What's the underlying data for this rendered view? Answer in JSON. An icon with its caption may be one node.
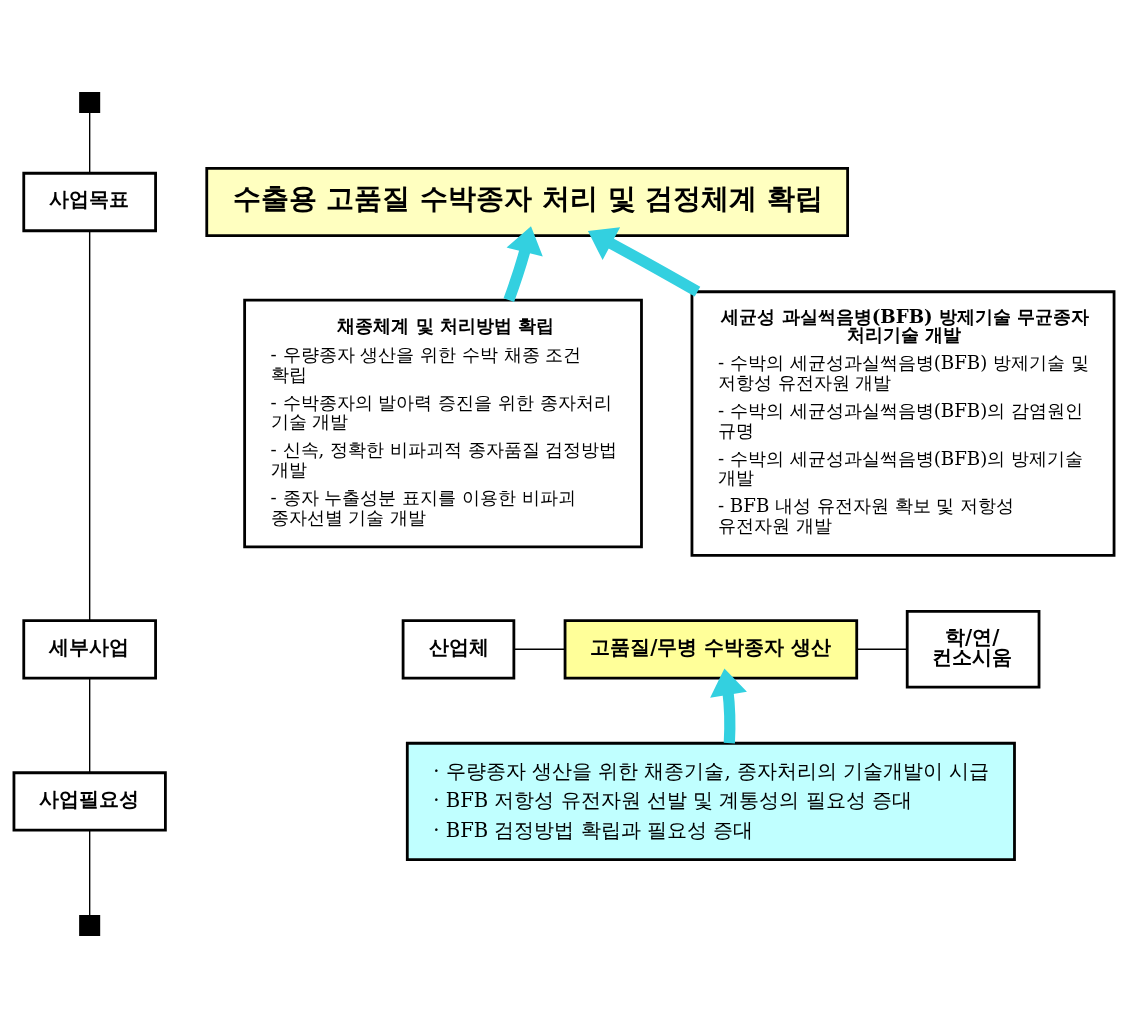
{
  "diagram": {
    "nodes": [
      {
        "text": [],
        "shape": "box"
      },
      {
        "text": [
          "사업목표"
        ]
      },
      {
        "text": [
          "수출용 고품질 수박종자 처리 및 검정체계 확립"
        ]
      },
      {
        "text": [
          "세부사업"
        ]
      },
      {
        "text": [
          "채종체계 및 처리방법 확립",
          "- 우량종자 생산을 위한 수박 채종 조건 확립",
          "- 수박종자의 발아력 증진을 위한 종자처리 기술 개발",
          "- 신속, 정확한 비파괴적 종자품질 검정방법 개발",
          "- 종자 누출성분 표지를 이용한 비파괴 종자선별 기술 개발"
        ]
      },
      {
        "text": [
          "세균성 과실썩음병(BFB) 방제기술 무균종자 처리기술 개발",
          "- 수박의 세균성과실썩음병(BFB) 방제기술 및 저항성 유전자원 개발",
          "- 수박의 세균성과실썩음병(BFB)의 감염원인 규명",
          "- 수박의 세균성과실썩음병(BFB)의 방제기술 개발",
          "- BFB 내성 유전자원 확보 및 저항성 유전자원 개발"
        ]
      },
      {
        "text": [
          "산업체"
        ]
      },
      {
        "text": [
          "고품질/무병 수박종자 생산"
        ]
      },
      {
        "text": [
          "학/연/ 컨소시움"
        ]
      },
      {
        "text": [
          "사업필요성"
        ]
      },
      {
        "text": [
          "· 우량종자 생산을 위한 채종기술, 종자처리의 기술개발이 시급",
          "· BFB 저항성 유전자원 선발 및 계통성의 필요성 증대",
          "· BFB 검정방법 확립과 필요성 증대"
        ]
      },
      {
        "text": [],
        "shape": "box"
      }
    ],
    "edges": [
      {
        "from": 0,
        "to": 1,
        "arrow": "none"
      },
      {
        "from": 1,
        "to": 3,
        "arrow": "none"
      },
      {
        "from": 3,
        "to": 9,
        "arrow": "none"
      },
      {
        "from": 9,
        "to": 11,
        "arrow": "none"
      },
      {
        "from": 4,
        "to": 2,
        "arrow": "to",
        "style": "thick",
        "color": "#33d0e0"
      },
      {
        "from": 5,
        "to": 2,
        "arrow": "to",
        "style": "thick",
        "color": "#33d0e0"
      },
      {
        "from": 6,
        "to": 7,
        "arrow": "none"
      },
      {
        "from": 7,
        "to": 8,
        "arrow": "none"
      },
      {
        "from": 10,
        "to": 7,
        "arrow": "to",
        "style": "thick",
        "color": "#33d0e0"
      }
    ]
  }
}
